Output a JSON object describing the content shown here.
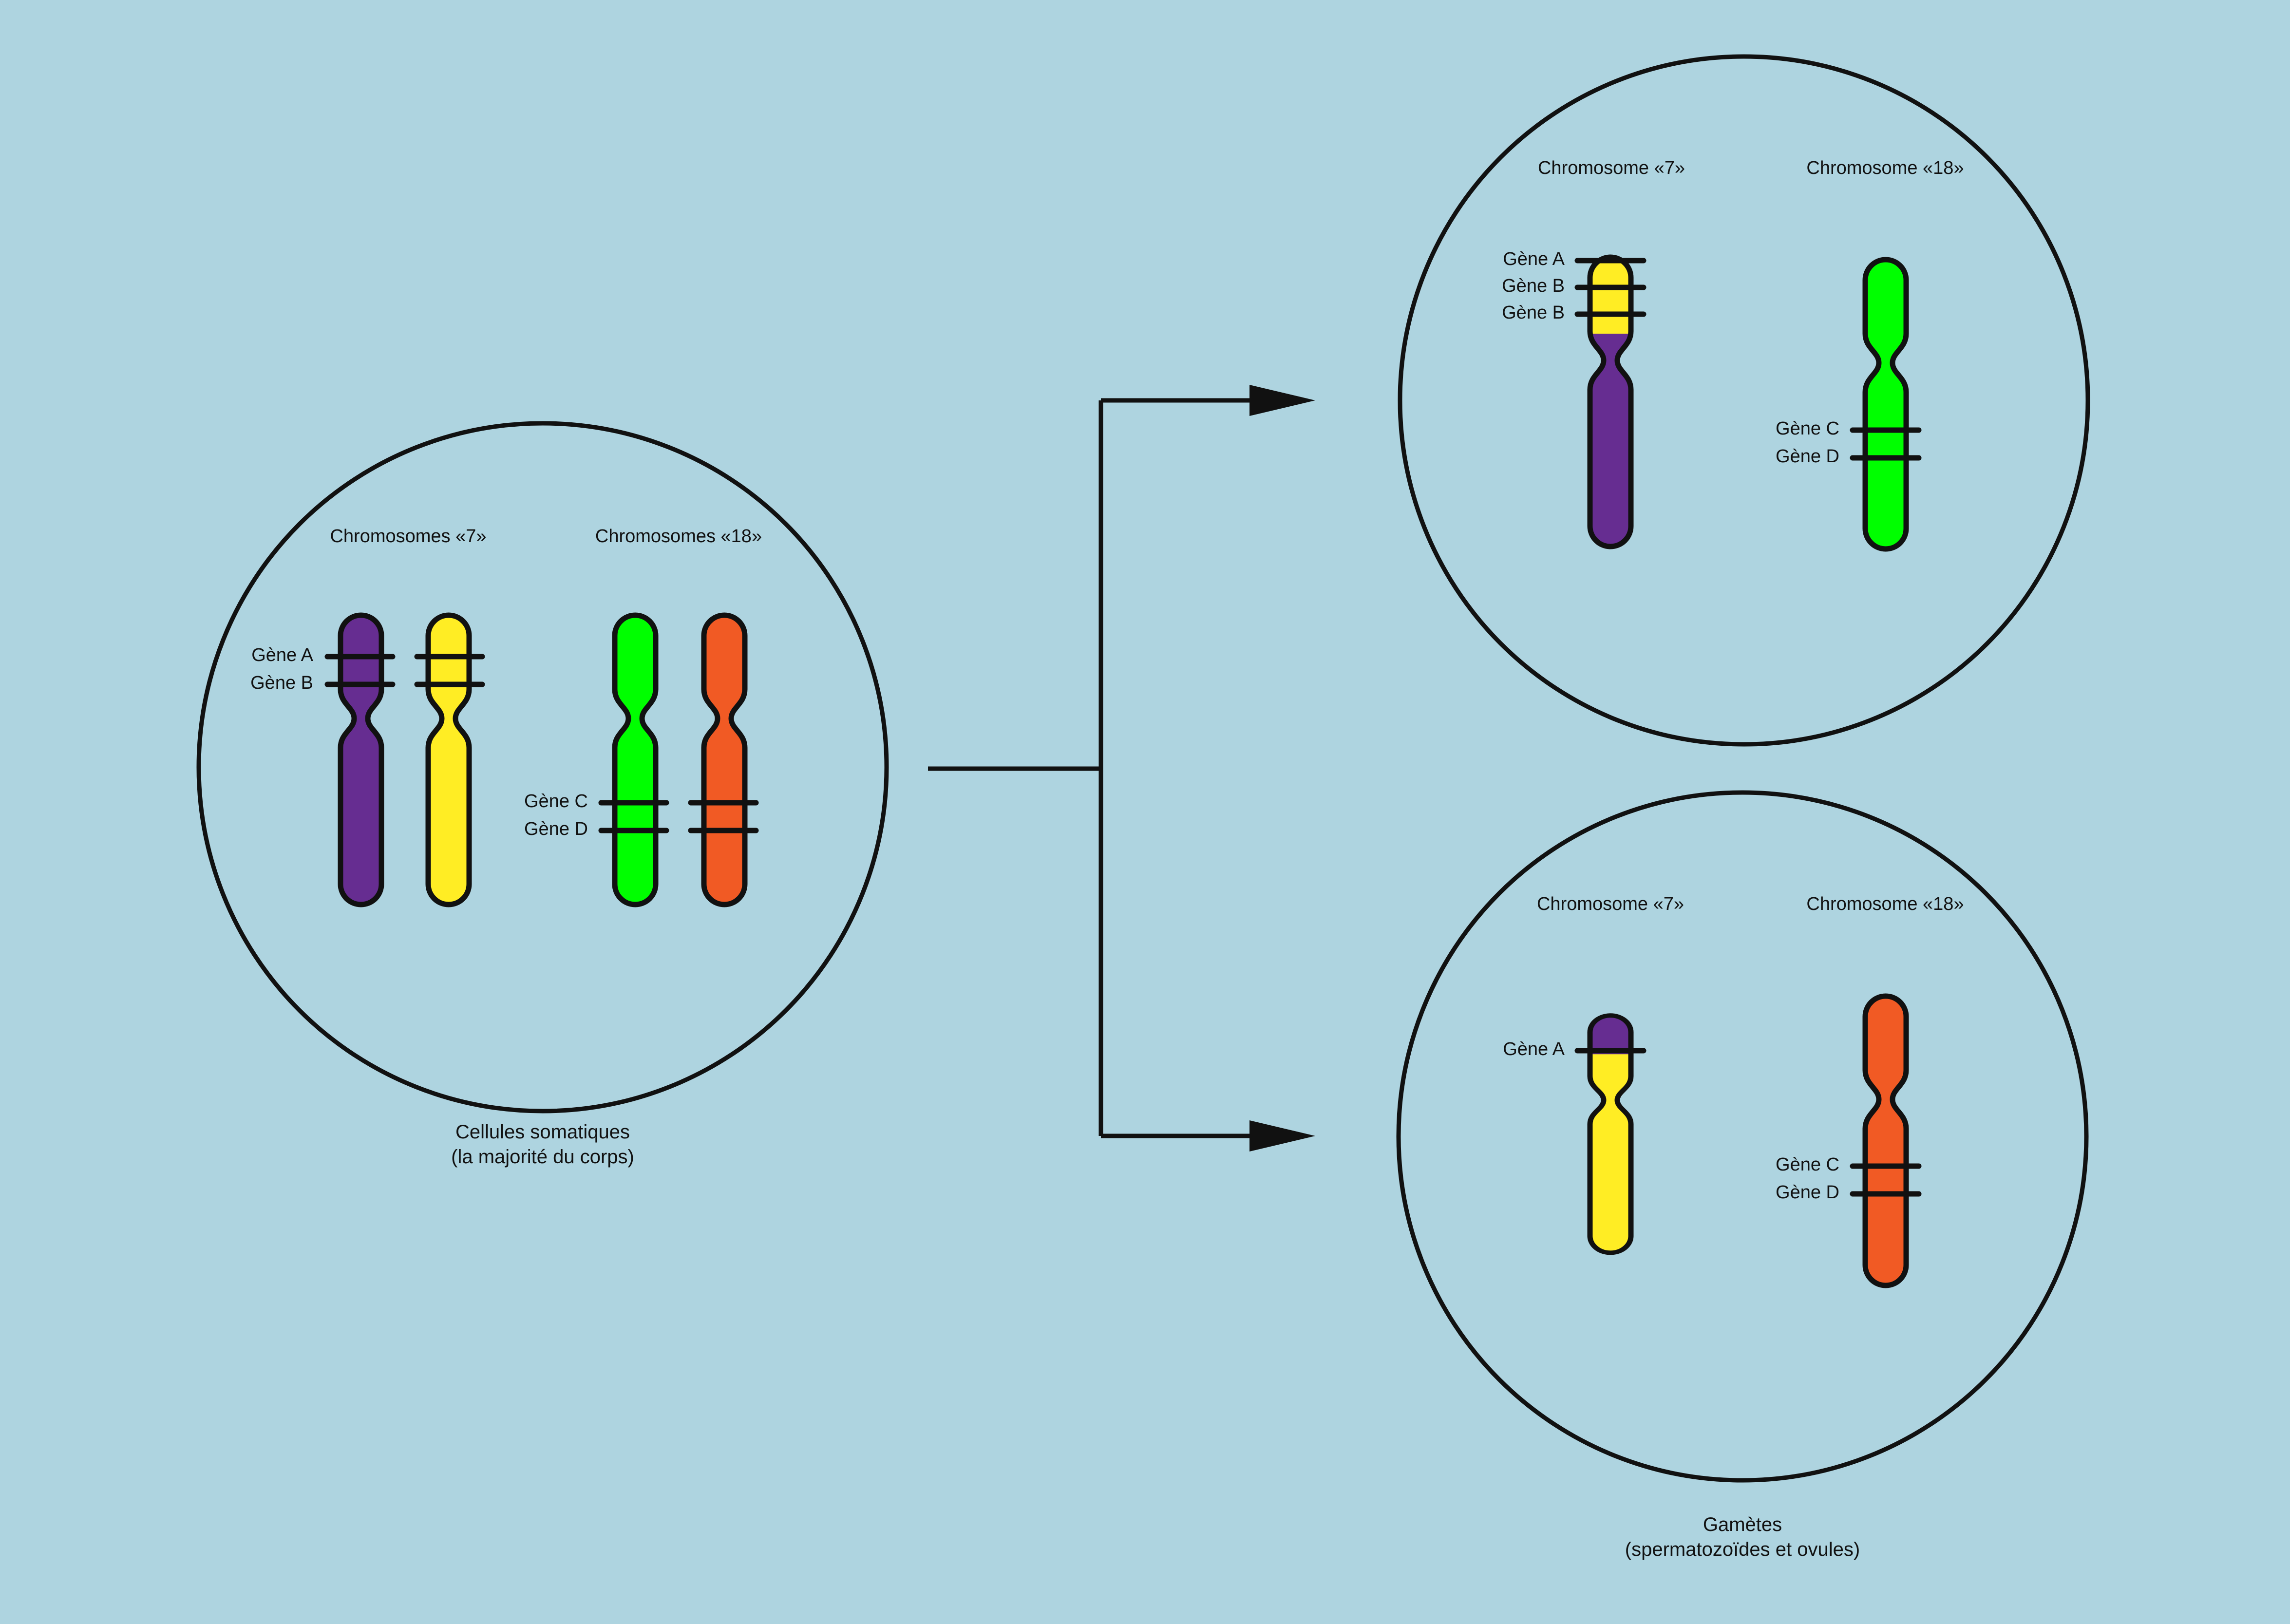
{
  "colors": {
    "background": "#aed4e0",
    "purple": "#662d91",
    "yellow": "#ffed24",
    "green": "#00ff00",
    "orange": "#f15a24",
    "outline": "#111111"
  },
  "somatic_cell": {
    "label_chr7": "Chromosomes «7»",
    "label_chr18": "Chromosomes «18»",
    "gene_a": "Gène A",
    "gene_b": "Gène B",
    "gene_c": "Gène C",
    "gene_d": "Gène D",
    "caption_line1": "Cellules somatiques",
    "caption_line2": "(la majorité du corps)"
  },
  "gamete_1": {
    "label_chr7": "Chromosome «7»",
    "label_chr18": "Chromosome «18»",
    "gene_a": "Gène A",
    "gene_b1": "Gène B",
    "gene_b2": "Gène B",
    "gene_c": "Gène C",
    "gene_d": "Gène D"
  },
  "gamete_2": {
    "label_chr7": "Chromosome «7»",
    "label_chr18": "Chromosome «18»",
    "gene_a": "Gène A",
    "gene_c": "Gène C",
    "gene_d": "Gène D"
  },
  "gametes_caption": {
    "line1": "Gamètes",
    "line2": "(spermatozoïdes et ovules)"
  }
}
